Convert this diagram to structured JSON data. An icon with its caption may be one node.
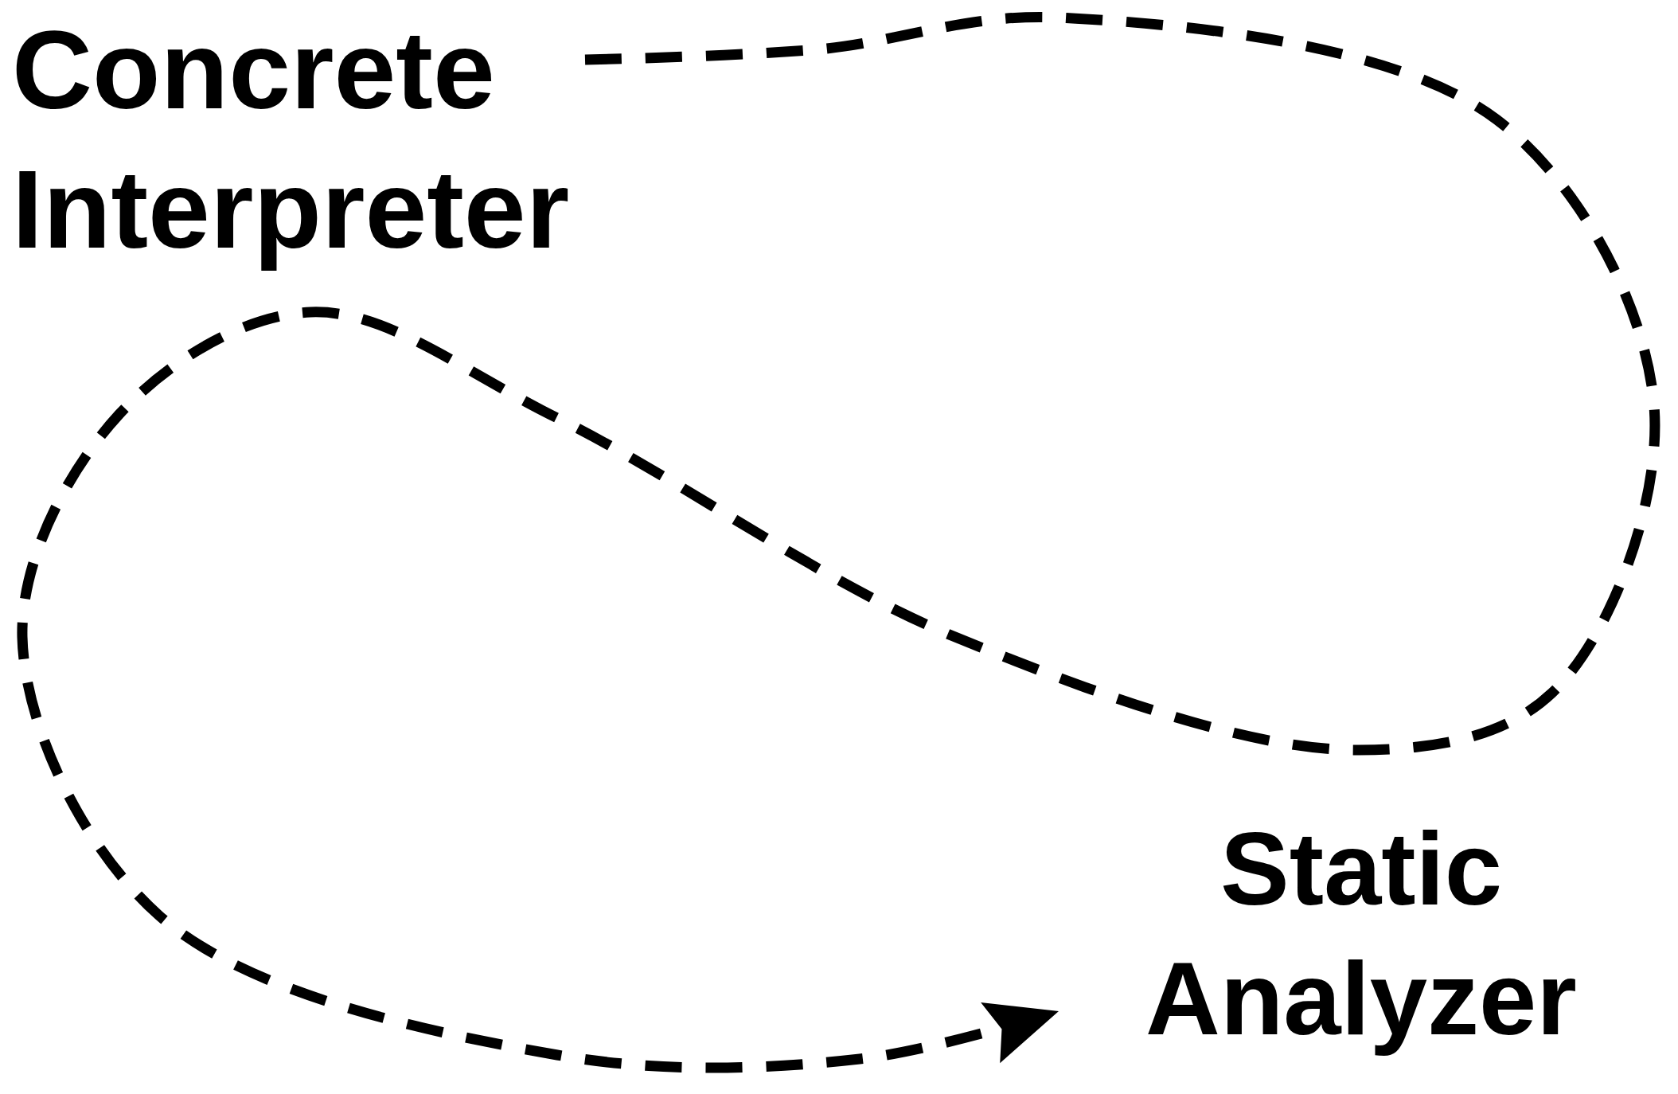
{
  "diagram": {
    "nodes": [
      {
        "text": [
          "Concrete Interpreter"
        ]
      },
      {
        "text": [
          "Static Analyzer"
        ]
      }
    ],
    "edges": [
      {
        "from": 0,
        "to": 1,
        "arrow": "to",
        "style": "dashed"
      }
    ]
  }
}
